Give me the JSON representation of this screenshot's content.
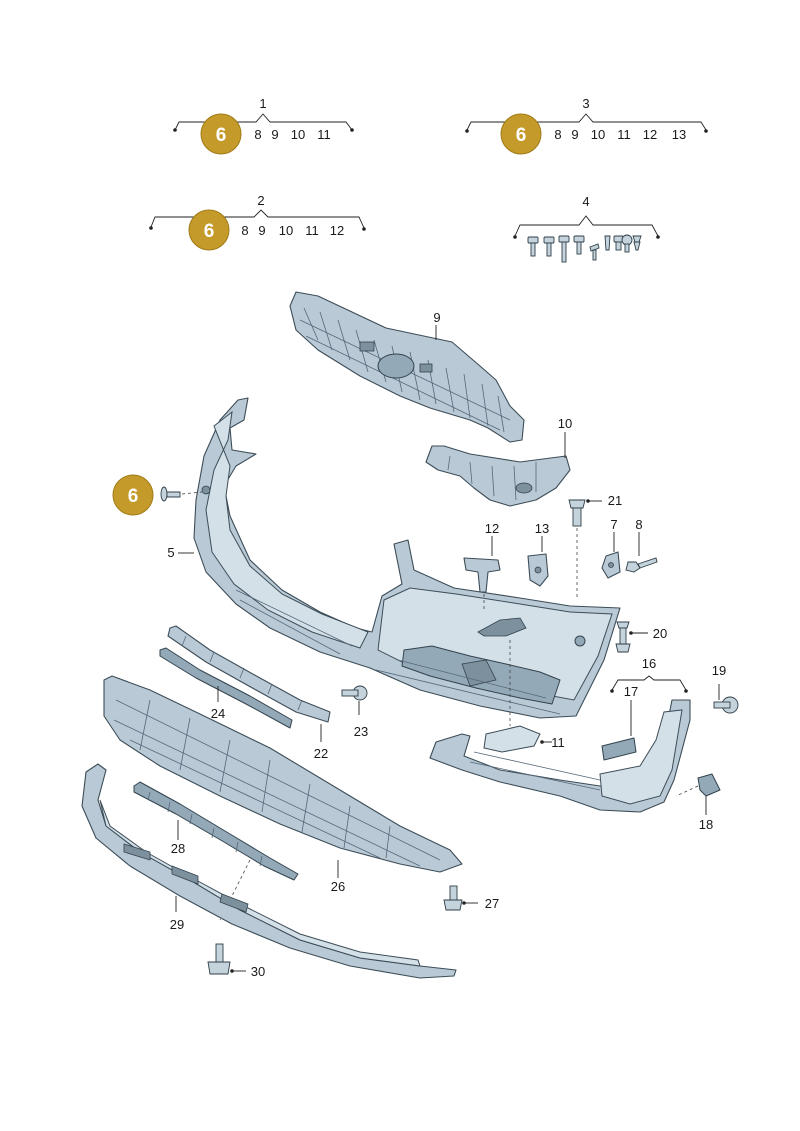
{
  "badge": {
    "label": "6",
    "color": "#c49a2a"
  },
  "groups": {
    "g1": {
      "title": "1",
      "items": [
        "8",
        "9",
        "10",
        "11"
      ]
    },
    "g2": {
      "title": "2",
      "items": [
        "8",
        "9",
        "10",
        "11",
        "12"
      ]
    },
    "g3": {
      "title": "3",
      "items": [
        "8",
        "9",
        "10",
        "11",
        "12",
        "13"
      ]
    },
    "g4": {
      "title": "4"
    }
  },
  "callouts": {
    "c5": "5",
    "c7": "7",
    "c8": "8",
    "c9": "9",
    "c10": "10",
    "c11": "11",
    "c12": "12",
    "c13": "13",
    "c16": "16",
    "c17": "17",
    "c18": "18",
    "c19": "19",
    "c20": "20",
    "c21": "21",
    "c22": "22",
    "c23": "23",
    "c24": "24",
    "c26": "26",
    "c27": "27",
    "c28": "28",
    "c29": "29",
    "c30": "30"
  },
  "colors": {
    "part_fill": "#b9cad6",
    "part_stroke": "#3d4d58",
    "badge_gold": "#c49a2a"
  }
}
